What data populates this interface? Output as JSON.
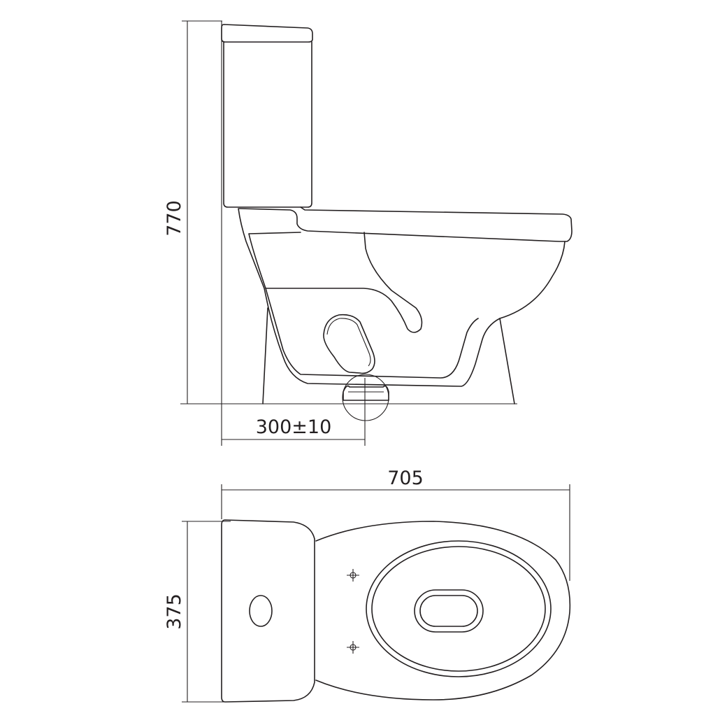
{
  "drawing": {
    "side_view": {
      "height_label": "770",
      "outlet_distance_label": "300±10"
    },
    "top_view": {
      "length_label": "705",
      "width_label": "375"
    },
    "line_color": "#231f20"
  }
}
